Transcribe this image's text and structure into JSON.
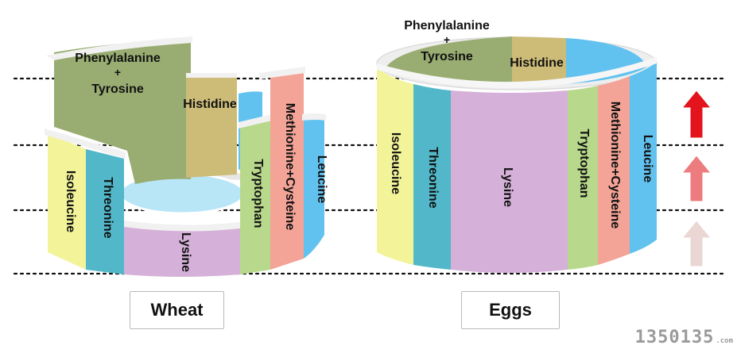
{
  "legend": {
    "arrows": [
      "high",
      "medium",
      "low"
    ]
  },
  "colors": {
    "phenylalanine_tyrosine": "#99ad72",
    "histidine": "#cdbc78",
    "methionine_cysteine": "#f3a497",
    "leucine": "#62c2ef",
    "tryptophan": "#b8d88c",
    "lysine": "#d5b0d8",
    "threonine": "#52b8c9",
    "isoleucine": "#f3f39a",
    "arrow_high": "#e3141b",
    "arrow_medium": "#ec7c7e",
    "arrow_low": "#ead7d3"
  },
  "wheat": {
    "caption": "Wheat",
    "labels": {
      "phe_line1": "Phenylalanine",
      "phe_plus": "+",
      "phe_line2": "Tyrosine",
      "histidine": "Histidine",
      "methionine_cysteine": "Methionine+Cysteine",
      "leucine": "Leucine",
      "tryptophan": "Tryptophan",
      "lysine": "Lysine",
      "threonine": "Threonine",
      "isoleucine": "Isoleucine"
    }
  },
  "eggs": {
    "caption": "Eggs",
    "labels": {
      "phe_line1": "Phenylalanine",
      "phe_plus": "+",
      "phe_line2": "Tyrosine",
      "histidine": "Histidine",
      "isoleucine": "Isoleucine",
      "threonine": "Threonine",
      "lysine": "Lysine",
      "tryptophan": "Tryptophan",
      "methionine_cysteine": "Methionine+Cysteine",
      "leucine": "Leucine"
    }
  },
  "watermark": {
    "number": "1350135",
    "suffix": ".com"
  }
}
